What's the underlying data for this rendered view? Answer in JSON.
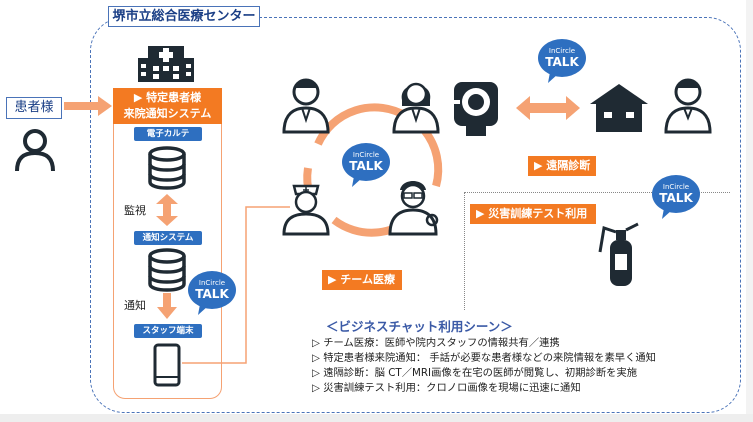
{
  "hospital_label": "堺市立総合医療センター",
  "patient_label": "患者様",
  "system": {
    "title_line1": "▶ 特定患者様",
    "title_line2": "来院通知システム",
    "ehr_label": "電子カルテ",
    "notify_system_label": "通知システム",
    "staff_terminal_label": "スタッフ端末",
    "monitor_label": "監視",
    "notify_label": "通知"
  },
  "badge": {
    "line1": "InCircle",
    "line2": "TALK"
  },
  "tags": {
    "team": "▶ チーム医療",
    "remote": "▶ 遠隔診断",
    "disaster": "▶ 災害訓練テスト利用"
  },
  "scenes": {
    "title": "＜ビジネスチャット利用シーン＞",
    "items": [
      "▷ チーム医療：医師や院内スタッフの情報共有／連携",
      "▷ 特定患者様来院通知： 手話が必要な患者様などの来院情報を素早く通知",
      "▷ 遠隔診断：脳 CT／MRI画像を在宅の医師が閲覧し、初期診断を実施",
      "▷ 災害訓練テスト利用：クロノロ画像を現場に迅速に通知"
    ]
  },
  "colors": {
    "accent": "#f37a22",
    "brand_blue": "#2e6fc0",
    "dark": "#1f2a33"
  }
}
